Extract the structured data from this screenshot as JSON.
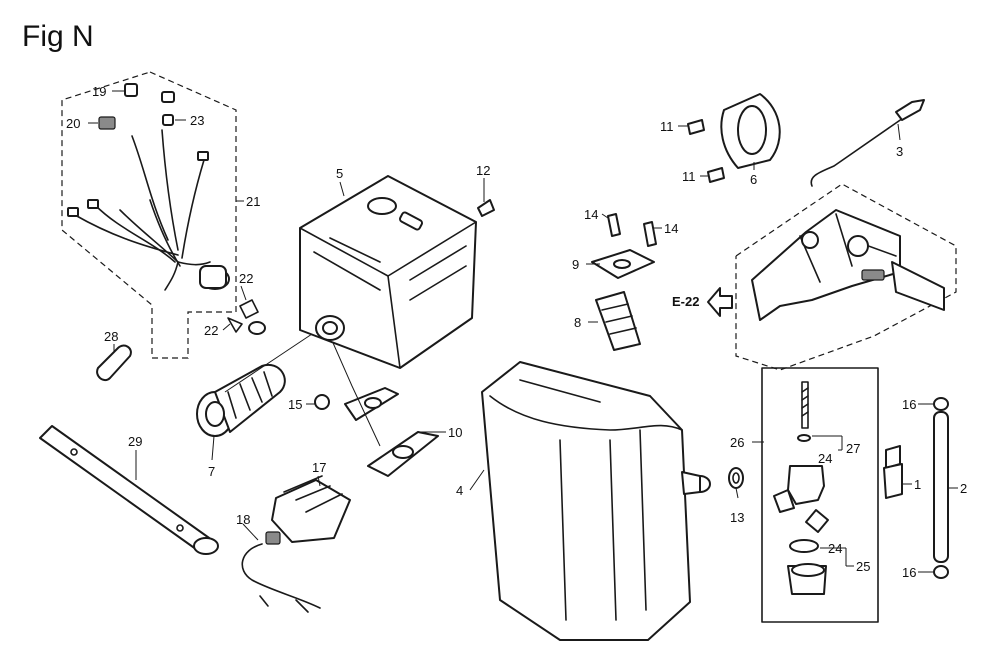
{
  "figure": {
    "title": "Fig N"
  },
  "callouts": {
    "c1": "1",
    "c2": "2",
    "c3": "3",
    "c4": "4",
    "c5": "5",
    "c6": "6",
    "c7": "7",
    "c8": "8",
    "c9": "9",
    "c10": "10",
    "c11a": "11",
    "c11b": "11",
    "c12": "12",
    "c13": "13",
    "c14a": "14",
    "c14b": "14",
    "c15": "15",
    "c16a": "16",
    "c16b": "16",
    "c17": "17",
    "c18": "18",
    "c19": "19",
    "c20": "20",
    "c21": "21",
    "c22a": "22",
    "c22b": "22",
    "c23": "23",
    "c24a": "24",
    "c24b": "24",
    "c25": "25",
    "c26": "26",
    "c27": "27",
    "c28": "28",
    "c29": "29"
  },
  "reference": {
    "label": "E-22"
  }
}
